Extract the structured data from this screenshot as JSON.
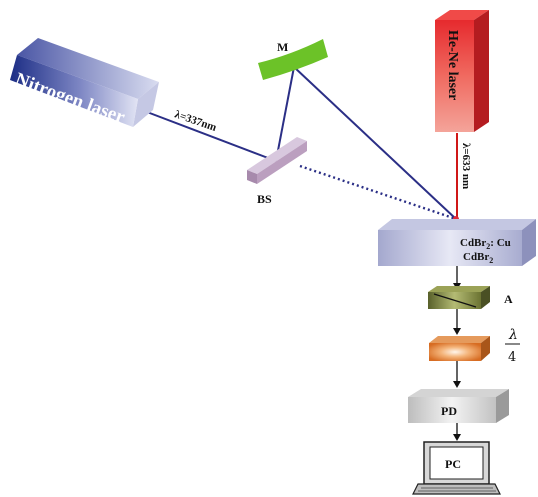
{
  "components": {
    "nitrogen_laser": "Nitrogen laser",
    "hene_laser": "He-Ne laser",
    "mirror": "M",
    "beam_splitter": "BS",
    "sample_film": "CdBr",
    "sample_film_sub": "2",
    "sample_film_dopant": ": Cu",
    "sample_substrate": "CdBr",
    "sample_substrate_sub": "2",
    "analyzer": "A",
    "quarter_wave_num": "λ",
    "quarter_wave_den": "4",
    "photodetector": "PD",
    "computer": "PC"
  },
  "beams": {
    "pump_wavelength": "λ=337nm",
    "probe_wavelength": "λ=633 nm"
  },
  "colors": {
    "pump_beam": "#2b2f86",
    "probe_beam": "#d01818",
    "mirror": "#6cc228",
    "hene_body": "#e0282c",
    "nitrogen_dark": "#1c2d85",
    "nitrogen_light": "#d6d9ef"
  }
}
